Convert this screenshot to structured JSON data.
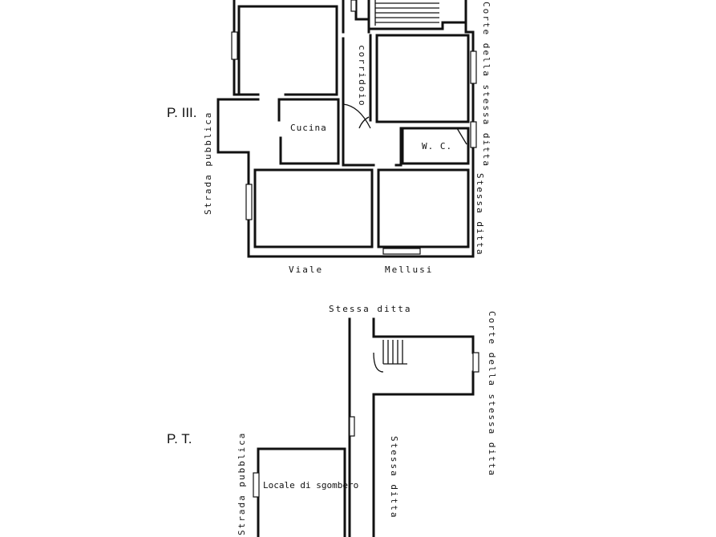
{
  "floors": {
    "upper": "P. III.",
    "ground": "P. T."
  },
  "upper_plan": {
    "rooms": {
      "kitchen": "Cucina",
      "wc": "W. C.",
      "corridor": "corridoio"
    },
    "edges": {
      "left": "Strada pubblica",
      "bottom_left": "Viale",
      "bottom_right": "Mellusi",
      "right_top": "Corte della stessa ditta",
      "right_bottom": "Stessa ditta"
    }
  },
  "ground_plan": {
    "rooms": {
      "storage": "Locale di sgombero"
    },
    "edges": {
      "top": "Stessa ditta",
      "right_top": "Corte della stessa ditta",
      "right_mid": "Stessa ditta",
      "left": "Strada pubblica"
    }
  }
}
